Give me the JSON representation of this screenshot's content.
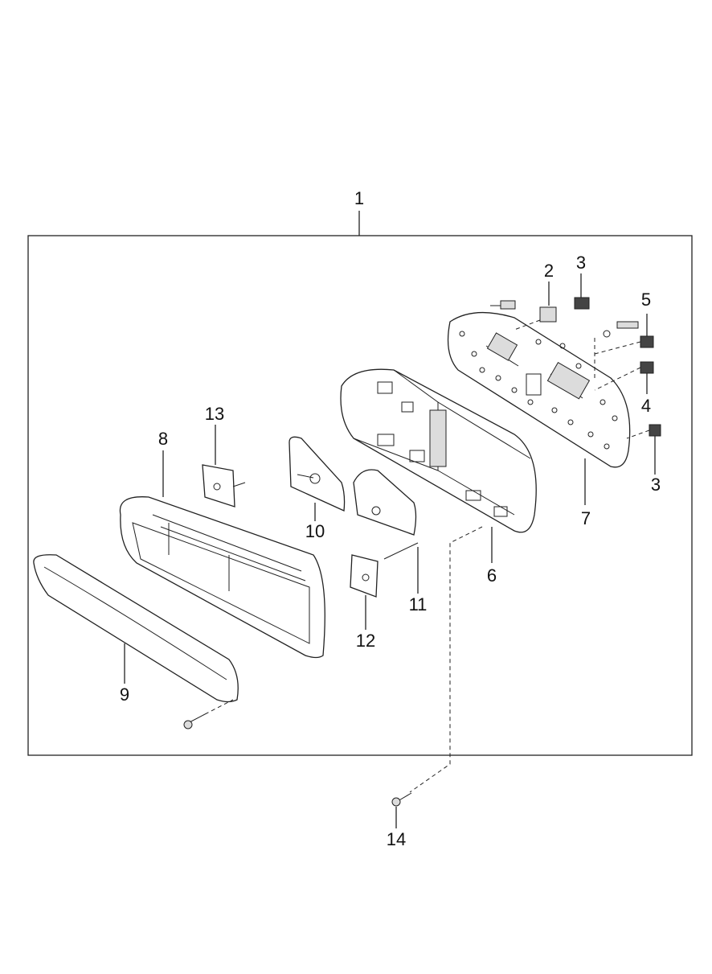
{
  "diagram": {
    "callouts": [
      {
        "id": "c1",
        "label": "1"
      },
      {
        "id": "c2",
        "label": "2"
      },
      {
        "id": "c3a",
        "label": "3"
      },
      {
        "id": "c5",
        "label": "5"
      },
      {
        "id": "c4",
        "label": "4"
      },
      {
        "id": "c3b",
        "label": "3"
      },
      {
        "id": "c7",
        "label": "7"
      },
      {
        "id": "c13",
        "label": "13"
      },
      {
        "id": "c8",
        "label": "8"
      },
      {
        "id": "c10",
        "label": "10"
      },
      {
        "id": "c6",
        "label": "6"
      },
      {
        "id": "c11",
        "label": "11"
      },
      {
        "id": "c12",
        "label": "12"
      },
      {
        "id": "c9",
        "label": "9"
      },
      {
        "id": "c14",
        "label": "14"
      }
    ]
  }
}
